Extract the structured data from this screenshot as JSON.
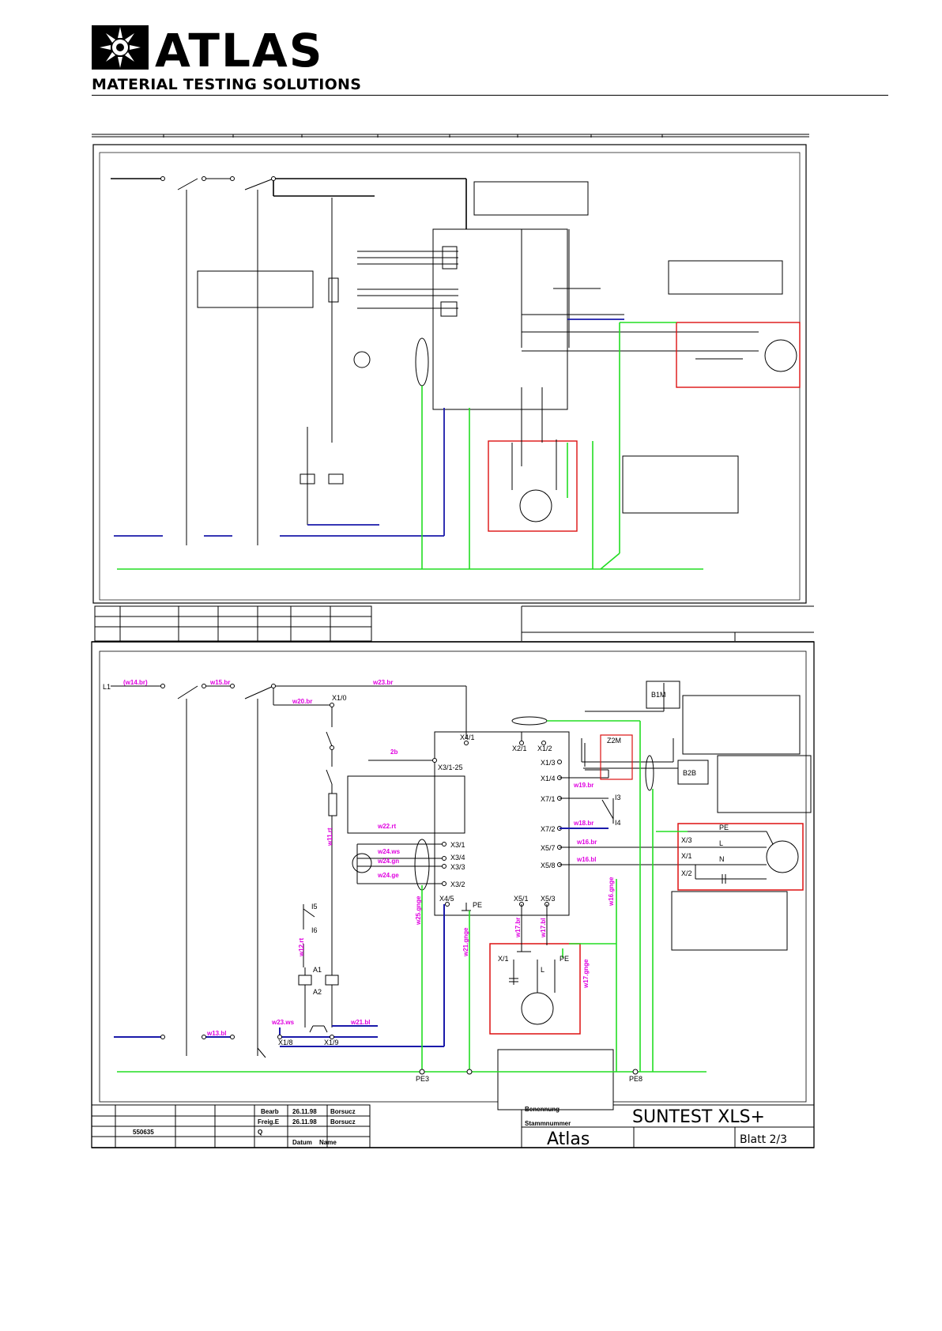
{
  "header": {
    "brand_name": "ATLAS",
    "brand_tagline": "MATERIAL TESTING SOLUTIONS",
    "logo_icon": "sun-burst-icon"
  },
  "schematic": {
    "title_block": {
      "product": "SUNTEST XLS+",
      "maker": "Atlas",
      "sheet": "Blatt 2/3",
      "drawing_no": "550635",
      "row_bearb": "Bearb",
      "row_bearb_date": "26.11.98",
      "row_bearb_name": "Borsucz",
      "row_freig": "Freig.E",
      "row_freig_date": "26.11.98",
      "row_freig_name": "Borsucz",
      "row_q": "Q",
      "col_datum": "Datum",
      "col_name": "Name",
      "field_benennung": "Benennung",
      "field_stammnummer": "Stammnummer"
    },
    "terminals": {
      "x4_1": "X4/1",
      "x3_1_25": "X3/1-25",
      "x2_1": "X2/1",
      "x1_2": "X1/2",
      "x1_3": "X1/3",
      "x1_4": "X1/4",
      "x7_1": "X7/1",
      "x7_2": "X7/2",
      "x5_7": "X5/7",
      "x5_8": "X5/8",
      "x3_1": "X3/1",
      "x3_4": "X3/4",
      "x3_3": "X3/3",
      "x3_2": "X3/2",
      "x4_5": "X4/5",
      "pe": "PE",
      "x5_1": "X5/1",
      "x5_3": "X5/3",
      "x1_0": "X1/0",
      "x1_8": "X1/8",
      "x1_9": "X1/9",
      "pe3": "PE3",
      "pe8": "PE8"
    },
    "components": {
      "b1m": "B1M",
      "b2b": "B2B",
      "z2m": "Z2M",
      "i3": "I3",
      "i4": "I4",
      "i5": "I5",
      "i6": "I6",
      "a1": "A1",
      "a2": "A2",
      "l1": "L1"
    },
    "motor_labels": {
      "x3": "X/3",
      "x1": "X/1",
      "x2": "X/2",
      "pe": "PE",
      "l": "L",
      "n": "N"
    },
    "wire_labels": {
      "w14br": "(w14.br)",
      "w15br": "w15.br",
      "w23br": "w23.br",
      "w20br": "w20.br",
      "w22rt": "w22.rt",
      "w24ws": "w24.ws",
      "w24gn": "w24.gn",
      "w24ge": "w24.ge",
      "w19br": "w19.br",
      "w18br": "w18.br",
      "w16br": "w16.br",
      "w16bl": "w16.bl",
      "w17br": "w17.br",
      "w17bl": "w17.bl",
      "w11rt": "w11.rt",
      "w12rt": "w12.rt",
      "w13bl": "w13.bl",
      "w21bl": "w21.bl",
      "w25gnge": "w25.gnge",
      "w17gnge": "w17.gnge",
      "w16gnge": "w16.gnge",
      "w21gnge": "w21.gnge",
      "w23ws": "w23.ws",
      "w2b": "2b"
    },
    "colors": {
      "wire_black": "#000000",
      "wire_blue": "#1a1aaa",
      "wire_green": "#22dd22",
      "highlight_red": "#dd1111",
      "label_magenta": "#e000e0"
    }
  }
}
